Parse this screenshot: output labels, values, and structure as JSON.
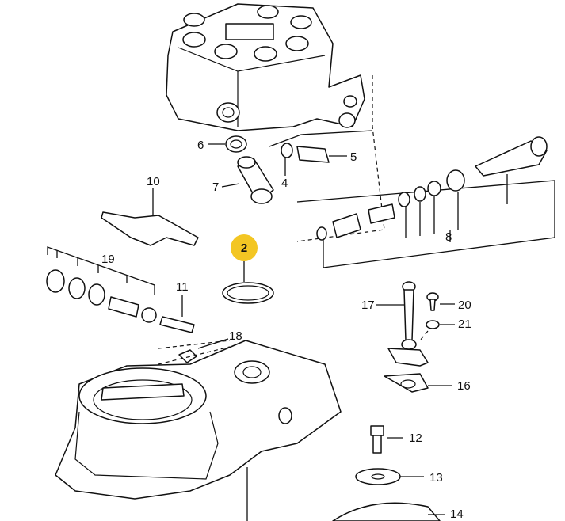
{
  "highlight_color": "#f3c623",
  "callouts": {
    "c1": "2",
    "c2": "4",
    "c3": "5",
    "c4": "6",
    "c5": "7",
    "c6": "8",
    "c7": "10",
    "c8": "11",
    "c9": "12",
    "c10": "13",
    "c11": "14",
    "c12": "16",
    "c13": "17",
    "c14": "18",
    "c15": "19",
    "c16": "20",
    "c17": "21"
  }
}
